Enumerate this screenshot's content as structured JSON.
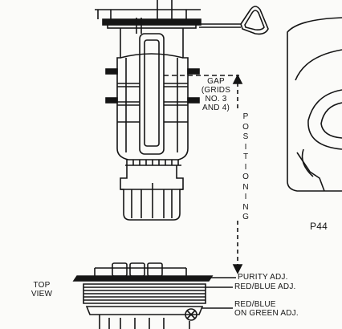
{
  "labels": {
    "gap": [
      "GAP",
      "(GRIDS",
      "NO. 3",
      "AND 4)"
    ],
    "positioning": "POSITIONING",
    "partial_title": "P44",
    "top_view": [
      "TOP",
      "VIEW"
    ],
    "purity": "PURITY ADJ.",
    "red_blue": "RED/BLUE ADJ.",
    "red_blue_green": [
      "RED/BLUE",
      "ON GREEN ADJ."
    ]
  },
  "colors": {
    "ink": "#151515",
    "paper": "#fbfbf9"
  }
}
